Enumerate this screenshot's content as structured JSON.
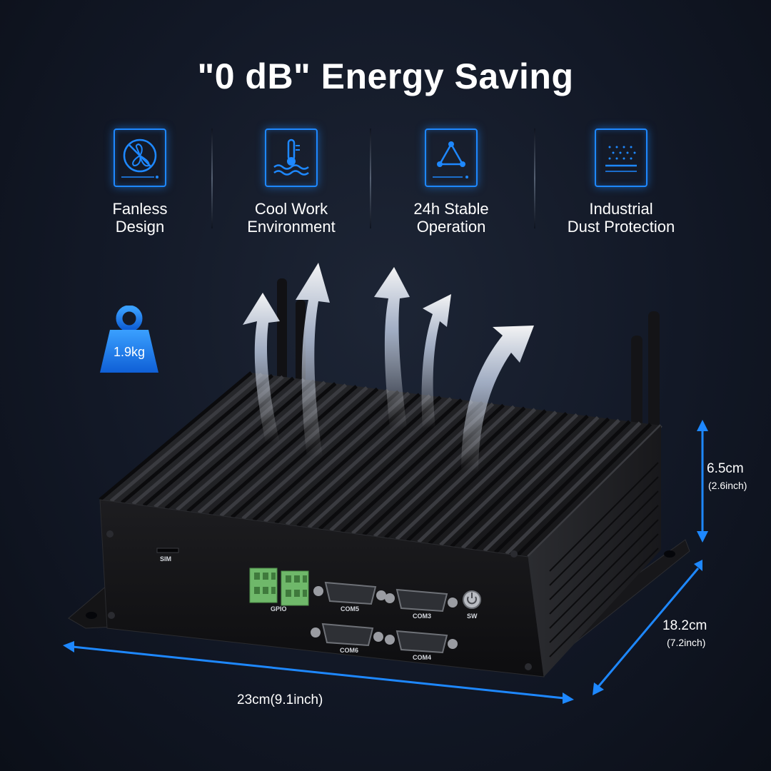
{
  "title": "\"0 dB\" Energy Saving",
  "features": [
    {
      "icon": "fanless-icon",
      "line1": "Fanless",
      "line2": "Design"
    },
    {
      "icon": "thermometer-water-icon",
      "line1": "Cool Work",
      "line2": "Environment"
    },
    {
      "icon": "triangle-network-icon",
      "line1": "24h Stable",
      "line2": "Operation"
    },
    {
      "icon": "dust-filter-icon",
      "line1": "Industrial",
      "line2": "Dust Protection"
    }
  ],
  "weight": {
    "icon": "weight-icon",
    "value": "1.9kg"
  },
  "dimensions": {
    "height": {
      "main": "6.5cm",
      "sub": "(2.6inch)"
    },
    "depth": {
      "main": "18.2cm",
      "sub": "(7.2inch)"
    },
    "width": {
      "main": "23cm(9.1inch)"
    }
  },
  "ports": {
    "sim": "SIM",
    "gpio": "GPIO",
    "com5": "COM5",
    "com3": "COM3",
    "com6": "COM6",
    "com4": "COM4",
    "sw": "SW"
  },
  "colors": {
    "accent": "#1e88ff",
    "background": "#0f1420",
    "device": "#1a1a1c",
    "terminal": "#6fb86a"
  }
}
